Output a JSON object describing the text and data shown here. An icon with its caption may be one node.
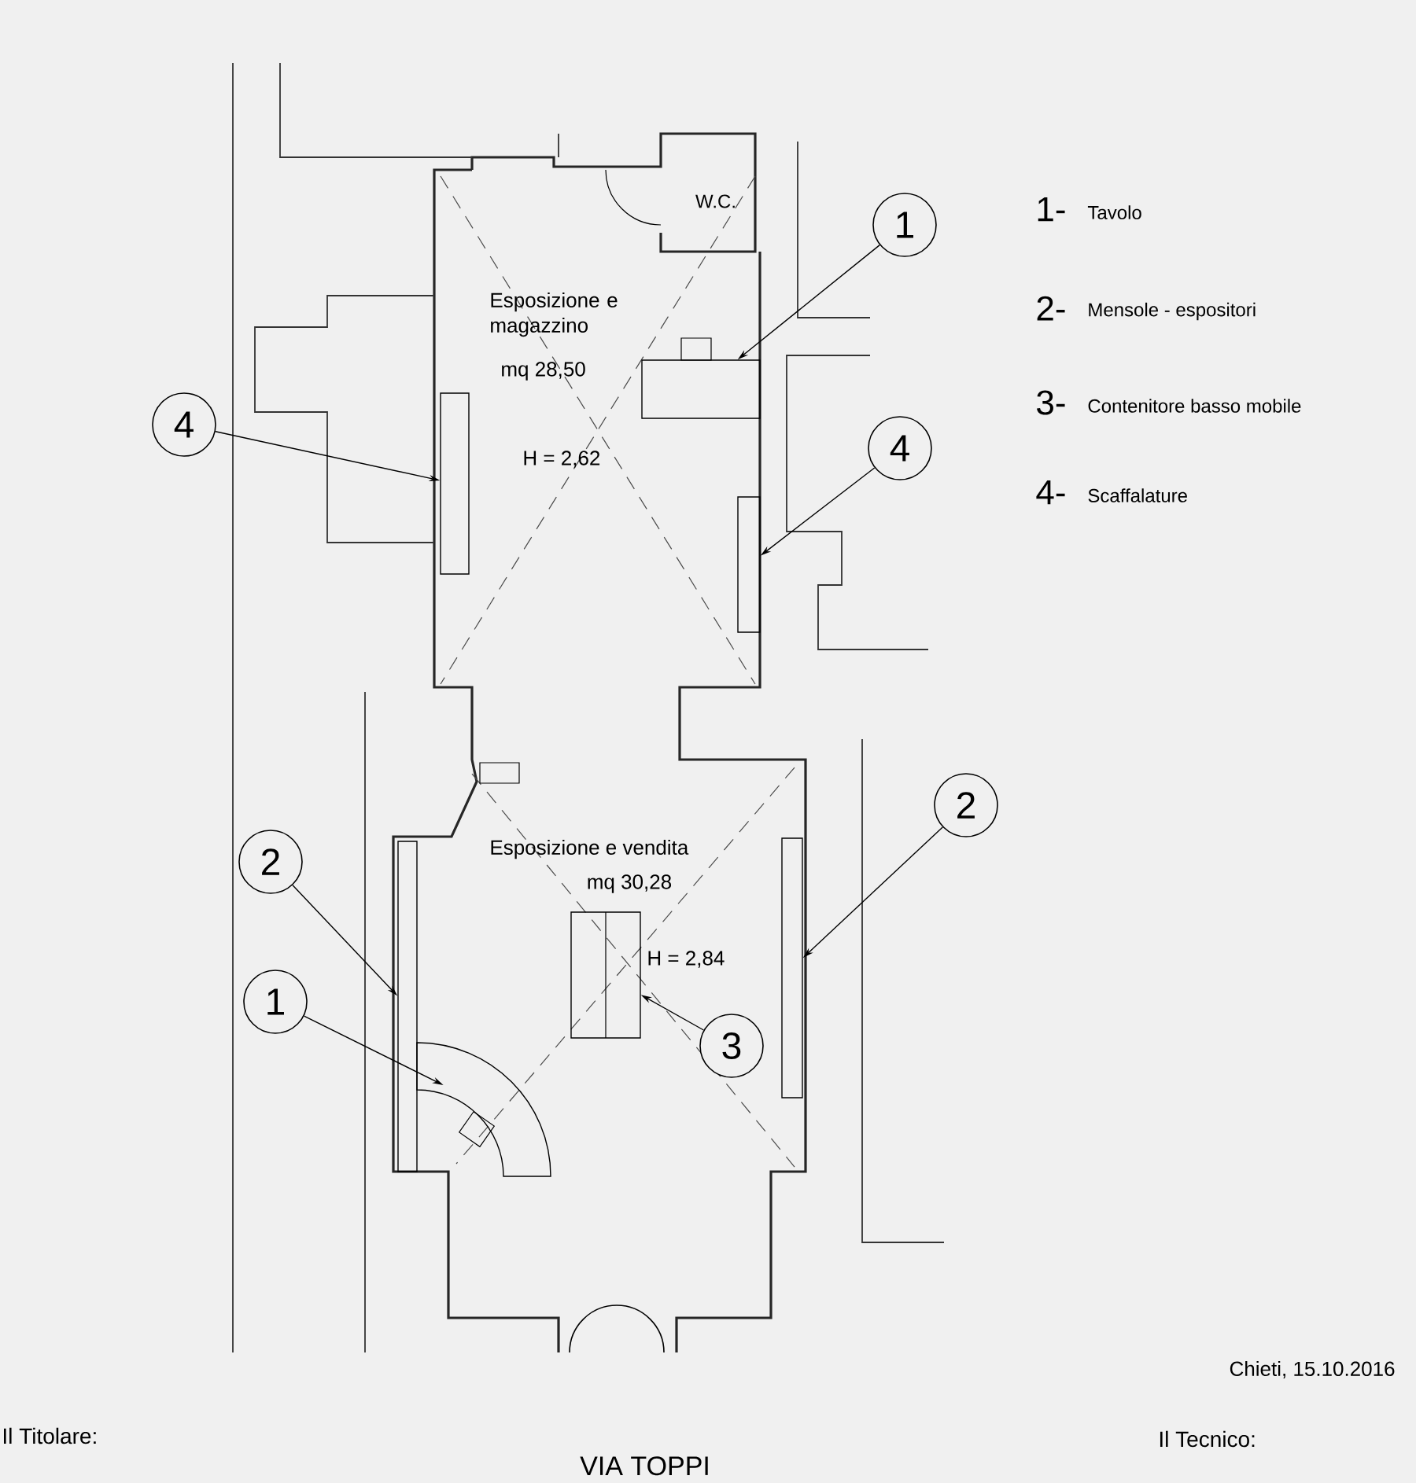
{
  "diagram": {
    "nodes": [
      {
        "text": [
          "1"
        ]
      },
      {
        "text": [],
        "shape": "box"
      },
      {
        "text": [
          "4"
        ]
      },
      {
        "text": [],
        "shape": "box"
      },
      {
        "text": [
          "4"
        ]
      },
      {
        "text": [],
        "shape": "box"
      },
      {
        "text": [
          "2"
        ]
      },
      {
        "text": [],
        "shape": "box"
      },
      {
        "text": [
          "2"
        ]
      },
      {
        "text": [],
        "shape": "box"
      },
      {
        "text": [
          "1"
        ]
      },
      {
        "text": [],
        "shape": "arc"
      },
      {
        "text": [
          "3"
        ]
      },
      {
        "text": [],
        "shape": "box"
      }
    ],
    "edges": [
      {
        "from": 0,
        "to": 1,
        "arrow": "to"
      },
      {
        "from": 2,
        "to": 3,
        "arrow": "to"
      },
      {
        "from": 4,
        "to": 5,
        "arrow": "to"
      },
      {
        "from": 6,
        "to": 7,
        "arrow": "to"
      },
      {
        "from": 8,
        "to": 9,
        "arrow": "to"
      },
      {
        "from": 10,
        "to": 11,
        "arrow": "to"
      },
      {
        "from": 12,
        "to": 13,
        "arrow": "to"
      }
    ],
    "labels": [
      "W.C.",
      "Esposizione e magazzino",
      "mq 28,50",
      "H = 2,62",
      "Esposizione e vendita",
      "mq 30,28",
      "H = 2,84",
      "1-",
      "Tavolo",
      "2-",
      "Mensole - espositori",
      "3-",
      "Contenitore basso mobile",
      "4-",
      "Scaffalature",
      "Chieti, 15.10.2016",
      "Il Titolare:",
      "VIA TOPPI",
      "Il Tecnico:"
    ]
  }
}
